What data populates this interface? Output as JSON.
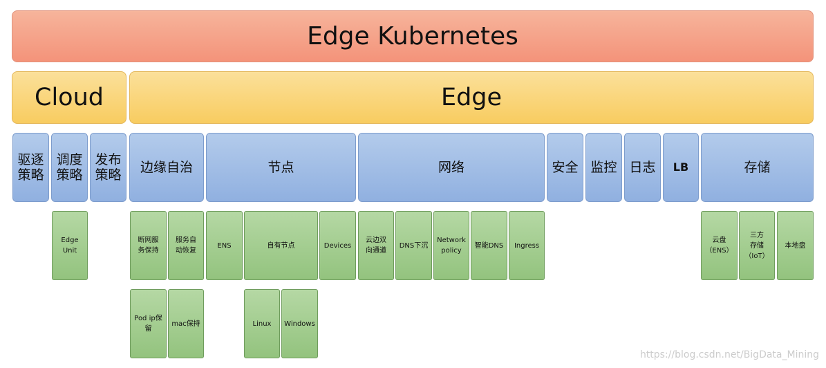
{
  "title": "Edge Kubernetes",
  "layer2": {
    "cloud": "Cloud",
    "edge": "Edge"
  },
  "categories": {
    "qu_zhu": "驱逐\n策略",
    "diao_du": "调度\n策略",
    "fa_bu": "发布\n策略",
    "bian_yuan_zi_zhi": "边缘自治",
    "jie_dian": "节点",
    "wang_luo": "网络",
    "an_quan": "安全",
    "jian_kong": "监控",
    "ri_zhi": "日志",
    "lb": "LB",
    "cun_chu": "存储"
  },
  "features": {
    "edge_unit": "Edge\nUnit",
    "duan_wang": "断网服\n务保持",
    "fu_wu_zi_dong": "服务自\n动恢复",
    "ens": "ENS",
    "zi_you_jie_dian": "自有节点",
    "devices": "Devices",
    "yun_bian": "云边双\n向通道",
    "dns_xia_chen": "DNS下沉",
    "network_policy": "Network\npolicy",
    "zhi_neng_dns": "智能DNS",
    "ingress": "Ingress",
    "yun_pan": "云盘\n（ENS）",
    "san_fang": "三方\n存储\n（IoT）",
    "ben_di_pan": "本地盘",
    "pod_ip": "Pod ip保\n留",
    "mac": "mac保持",
    "linux": "Linux",
    "windows": "Windows"
  },
  "watermark": "https://blog.csdn.net/BigData_Mining"
}
